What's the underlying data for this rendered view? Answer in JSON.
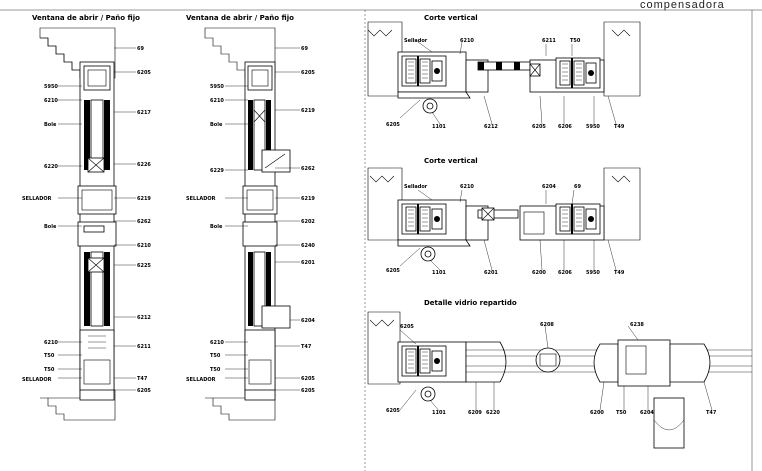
{
  "header": {
    "title": "compensadora"
  },
  "views": {
    "left_title": "Ventana de abrir / Paño fijo",
    "mid_title": "Ventana de abrir / Paño fijo",
    "top_right_title": "Corte vertical",
    "middle_right_title": "Corte vertical",
    "bottom_right_title": "Detalle vidrio repartido"
  },
  "labels": {
    "left_right": [
      "69",
      "6205",
      "6217",
      "6226",
      "6219",
      "6262",
      "6210",
      "6225",
      "6212",
      "6211",
      "T47",
      "6205"
    ],
    "left_left": [
      "5950",
      "6210",
      "Bole",
      "6220",
      "SELLADOR",
      "Bole",
      "6210",
      "T50",
      "T50",
      "SELLADOR"
    ],
    "mid_right": [
      "69",
      "6205",
      "6219",
      "6262",
      "6219",
      "6202",
      "6240",
      "6201",
      "6204",
      "T47",
      "6205"
    ],
    "mid_left": [
      "5950",
      "6210",
      "Bole",
      "6229",
      "SELLADOR",
      "Bole",
      "6210",
      "T50",
      "T50",
      "SELLADOR"
    ],
    "top_view": [
      "Sellador",
      "6210",
      "6211",
      "T50",
      "6205",
      "1101",
      "6212",
      "6205",
      "6206",
      "5950",
      "T49"
    ],
    "mid_view": [
      "Sellador",
      "6210",
      "6204",
      "69",
      "6205",
      "1101",
      "6201",
      "6200",
      "6206",
      "5950",
      "T49"
    ],
    "bottom_view": [
      "6205",
      "6208",
      "6238",
      "6205",
      "1101",
      "6209",
      "6220",
      "6200",
      "T50",
      "6204",
      "T47"
    ]
  }
}
